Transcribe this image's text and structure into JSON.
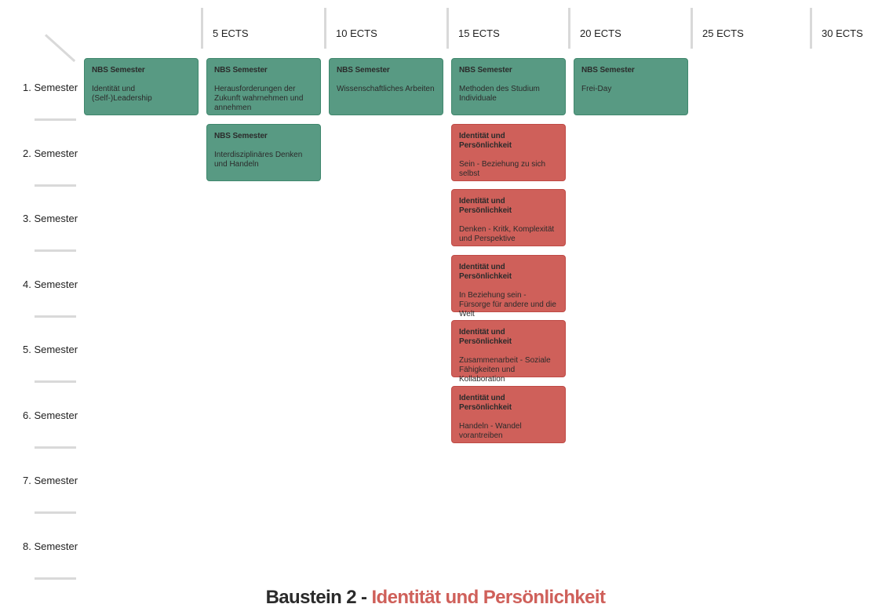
{
  "header": {
    "ects_columns": [
      "5 ECTS",
      "10 ECTS",
      "15 ECTS",
      "20 ECTS",
      "25 ECTS",
      "30 ECTS"
    ]
  },
  "semesters": [
    "1. Semester",
    "2. Semester",
    "3. Semester",
    "4. Semester",
    "5. Semester",
    "6. Semester",
    "7. Semester",
    "8. Semester"
  ],
  "cards": [
    {
      "category": "NBS Semester",
      "title": "Identität und (Self-)Leadership",
      "type": "nbs",
      "semester": 1,
      "slot": 1
    },
    {
      "category": "NBS Semester",
      "title": "Herausforderungen der Zukunft wahrnehmen und annehmen",
      "type": "nbs",
      "semester": 1,
      "slot": 2
    },
    {
      "category": "NBS Semester",
      "title": "Wissenschaftliches Arbeiten",
      "type": "nbs",
      "semester": 1,
      "slot": 3
    },
    {
      "category": "NBS Semester",
      "title": "Methoden des Studium Individuale",
      "type": "nbs",
      "semester": 1,
      "slot": 4
    },
    {
      "category": "NBS Semester",
      "title": "Frei-Day",
      "type": "nbs",
      "semester": 1,
      "slot": 5
    },
    {
      "category": "NBS Semester",
      "title": "Interdisziplinäres Denken und Handeln",
      "type": "nbs",
      "semester": 2,
      "slot": 2
    },
    {
      "category": "Identität und Persönlichkeit",
      "title": "Sein - Beziehung zu sich selbst",
      "type": "idp",
      "semester": 2,
      "slot": 4
    },
    {
      "category": "Identität und Persönlichkeit",
      "title": "Denken - Kritk, Komplexität und Perspektive",
      "type": "idp",
      "semester": 3,
      "slot": 4
    },
    {
      "category": "Identität und Persönlichkeit",
      "title": "In Beziehung sein - Fürsorge für andere und die Welt",
      "type": "idp",
      "semester": 4,
      "slot": 4
    },
    {
      "category": "Identität und Persönlichkeit",
      "title": "Zusammenarbeit - Soziale Fähigkeiten und Kollaboration",
      "type": "idp",
      "semester": 5,
      "slot": 4
    },
    {
      "category": "Identität und Persönlichkeit",
      "title": "Handeln - Wandel vorantreiben",
      "type": "idp",
      "semester": 6,
      "slot": 4
    }
  ],
  "footer": {
    "prefix": "Baustein 2 - ",
    "highlight": "Identität und Persönlichkeit"
  },
  "colors": {
    "nbs": "#589a83",
    "identity": "#cf605a",
    "divider": "#d9d9d9"
  }
}
